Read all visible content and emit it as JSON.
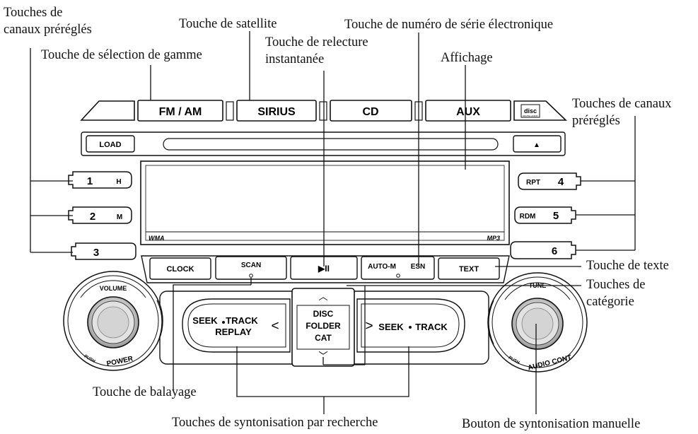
{
  "labels": {
    "preset_left_1": "Touches de",
    "preset_left_2": "canaux préréglés",
    "band_select": "Touche de sélection de gamme",
    "satellite": "Touche de satellite",
    "instant_replay_1": "Touche de relecture",
    "instant_replay_2": "instantanée",
    "esn": "Touche de numéro de série électronique",
    "display": "Affichage",
    "preset_right_1": "Touches de canaux",
    "preset_right_2": "préréglés",
    "text_button": "Touche de texte",
    "category_1": "Touches de",
    "category_2": "catégorie",
    "scan": "Touche de balayage",
    "seek_tuning": "Touches de syntonisation par recherche",
    "manual_tuning": "Bouton de syntonisation manuelle"
  },
  "buttons": {
    "fm_am": "FM / AM",
    "sirius": "SIRIUS",
    "cd": "CD",
    "aux": "AUX",
    "load": "LOAD",
    "eject": "▲",
    "preset_1": "1",
    "preset_1_sub": "H",
    "preset_2": "2",
    "preset_2_sub": "M",
    "preset_3": "3",
    "preset_4": "4",
    "preset_4_sub": "RPT",
    "preset_5": "5",
    "preset_5_sub": "RDM",
    "preset_6": "6",
    "clock": "CLOCK",
    "scan": "SCAN",
    "play_pause": "▶II",
    "auto_m": "AUTO-M",
    "esn": "ESN",
    "text": "TEXT",
    "seek_left_1": "SEEK",
    "seek_left_2": "TRACK",
    "seek_left_3": "REPLAY",
    "seek_left_arrow": "<",
    "seek_right_arrow": ">",
    "seek_right_1": "SEEK",
    "seek_right_2": "TRACK",
    "cat_1": "DISC",
    "cat_2": "FOLDER",
    "cat_3": "CAT",
    "volume": "VOLUME",
    "push_power_1": "PUSH",
    "push_power_2": "POWER",
    "tune": "TUNE",
    "push_audio_1": "PUSH",
    "push_audio_2": "AUDIO CONT",
    "wma": "WMA",
    "mp3": "MP3",
    "cd_logo_1": "disc",
    "cd_logo_2": "DIGITAL AUDIO"
  }
}
